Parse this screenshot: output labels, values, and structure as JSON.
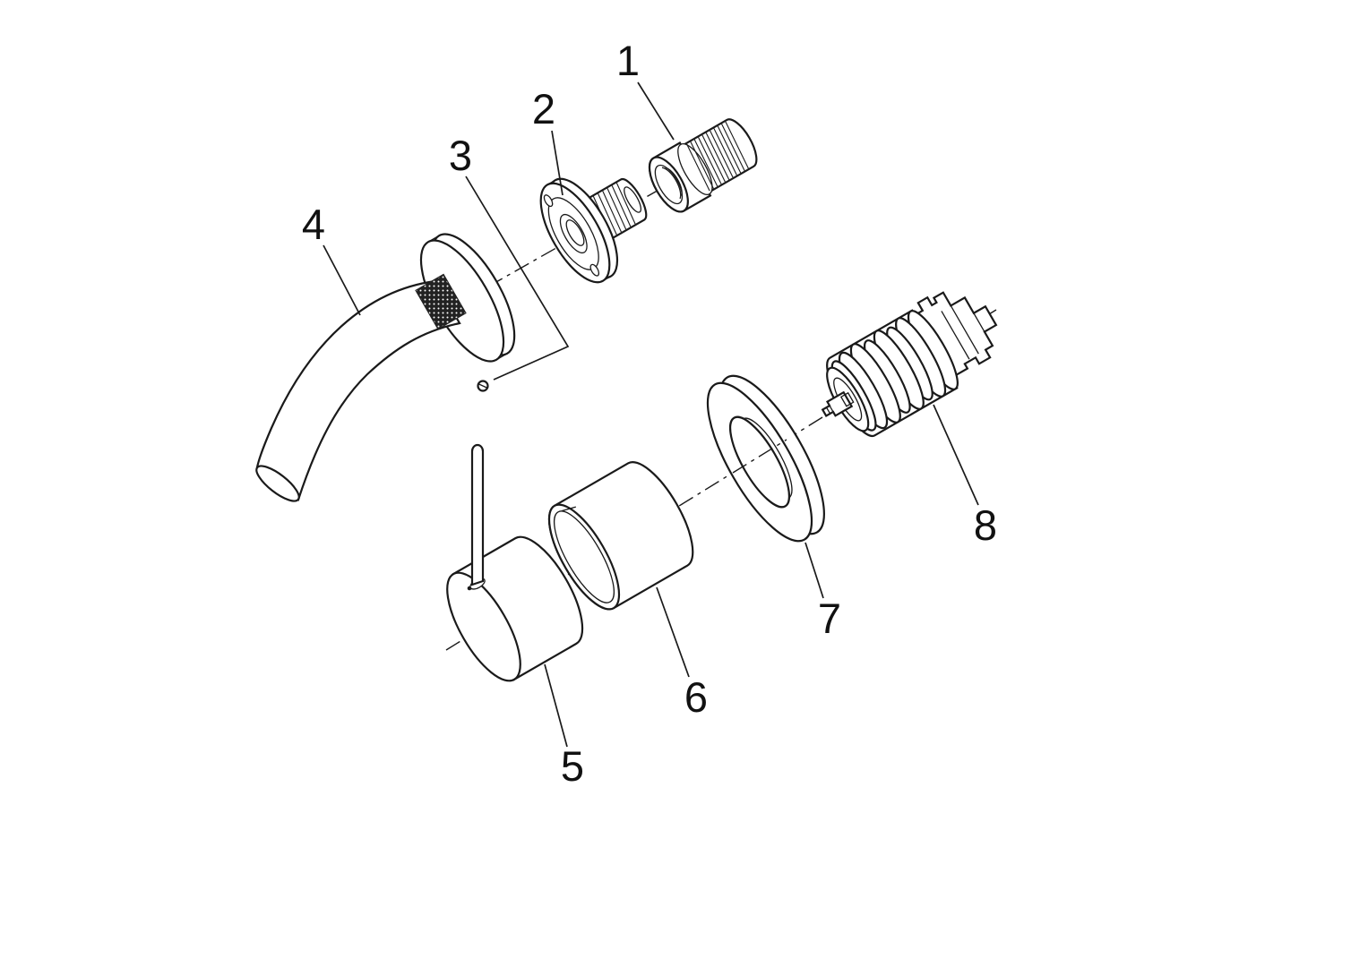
{
  "figure": {
    "background_color": "#ffffff",
    "line_color": "#1a1a1a"
  },
  "parts": [
    {
      "number": "1"
    },
    {
      "number": "2"
    },
    {
      "number": "3"
    },
    {
      "number": "4"
    },
    {
      "number": "5"
    },
    {
      "number": "6"
    },
    {
      "number": "7"
    },
    {
      "number": "8"
    }
  ]
}
